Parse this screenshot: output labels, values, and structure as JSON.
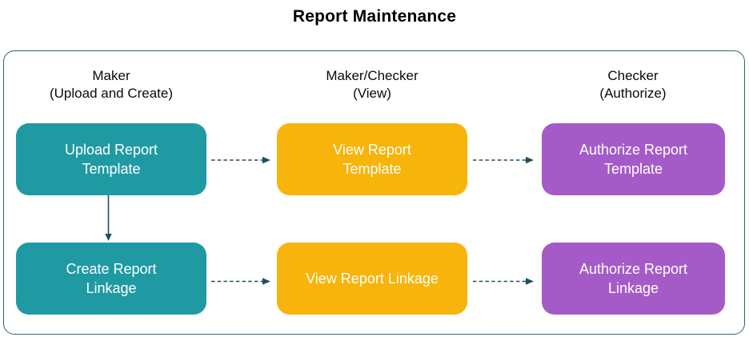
{
  "title": "Report Maintenance",
  "columns": [
    {
      "role": "Maker",
      "subtitle": "(Upload and Create)"
    },
    {
      "role": "Maker/Checker",
      "subtitle": "(View)"
    },
    {
      "role": "Checker",
      "subtitle": "(Authorize)"
    }
  ],
  "flow": {
    "boxes": [
      {
        "id": "upload-report-template",
        "line1": "Upload Report",
        "line2": "Template",
        "color": "teal"
      },
      {
        "id": "view-report-template",
        "line1": "View Report",
        "line2": "Template",
        "color": "yellow"
      },
      {
        "id": "authorize-report-template",
        "line1": "Authorize Report",
        "line2": "Template",
        "color": "purple"
      },
      {
        "id": "create-report-linkage",
        "line1": "Create Report",
        "line2": "Linkage",
        "color": "teal"
      },
      {
        "id": "view-report-linkage",
        "line1": "View Report Linkage",
        "color": "yellow"
      },
      {
        "id": "authorize-report-linkage",
        "line1": "Authorize Report",
        "line2": "Linkage",
        "color": "purple"
      }
    ],
    "connections": [
      {
        "from": "upload-report-template",
        "to": "view-report-template",
        "style": "dashed"
      },
      {
        "from": "view-report-template",
        "to": "authorize-report-template",
        "style": "dashed"
      },
      {
        "from": "upload-report-template",
        "to": "create-report-linkage",
        "style": "solid"
      },
      {
        "from": "create-report-linkage",
        "to": "view-report-linkage",
        "style": "dashed"
      },
      {
        "from": "view-report-linkage",
        "to": "authorize-report-linkage",
        "style": "dashed"
      }
    ]
  },
  "colors": {
    "teal": "#1F9AA3",
    "yellow": "#F7B40B",
    "purple": "#A45BC8",
    "arrow": "#1D4F63",
    "panel_border": "#3A6070",
    "box_text": "#FFFFFF",
    "heading_text": "#0A0A0A"
  }
}
